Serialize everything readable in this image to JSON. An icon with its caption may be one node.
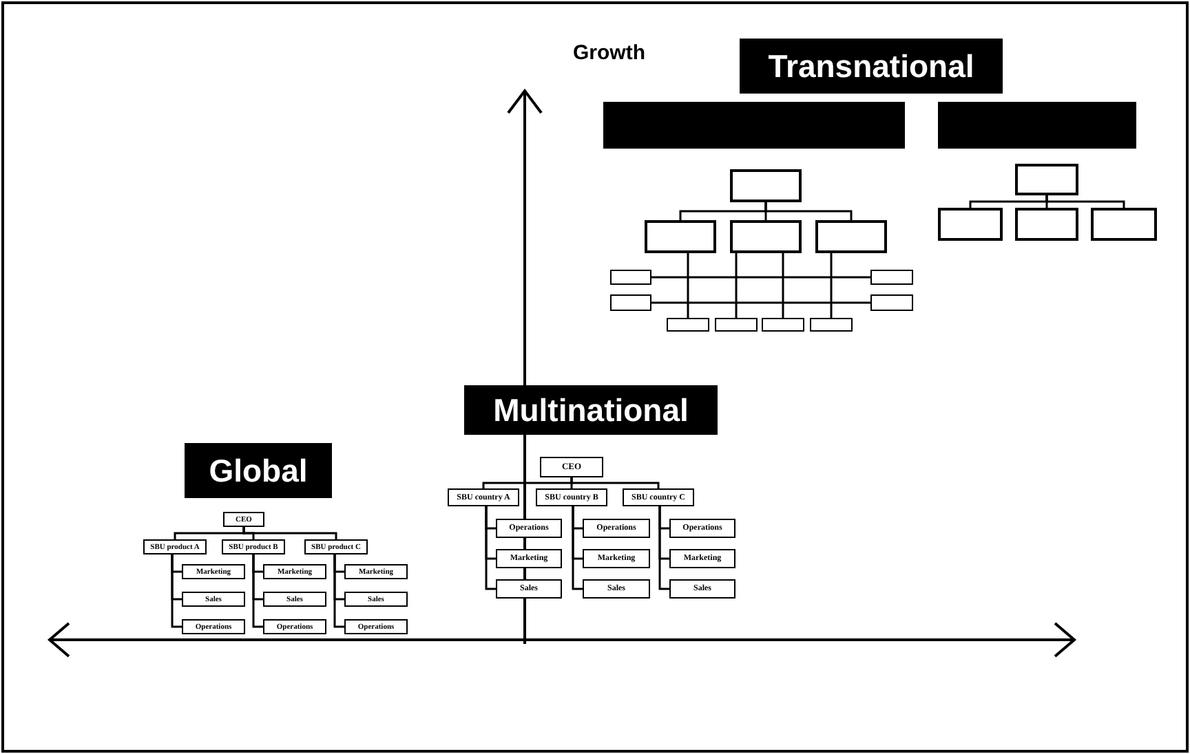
{
  "diagram": {
    "nodes": [
      {
        "text": [
          "Transnational"
        ]
      },
      {
        "text": [],
        "shape": "bar"
      },
      {
        "text": [],
        "shape": "bar"
      },
      {
        "text": [],
        "shape": "box"
      },
      {
        "text": [],
        "shape": "box"
      },
      {
        "text": [],
        "shape": "box"
      },
      {
        "text": [],
        "shape": "box"
      },
      {
        "text": [],
        "shape": "box"
      },
      {
        "text": [],
        "shape": "box"
      },
      {
        "text": [],
        "shape": "box"
      },
      {
        "text": [],
        "shape": "box"
      },
      {
        "text": [],
        "shape": "box"
      },
      {
        "text": [],
        "shape": "box"
      },
      {
        "text": [],
        "shape": "box"
      },
      {
        "text": [],
        "shape": "box"
      },
      {
        "text": [],
        "shape": "box"
      },
      {
        "text": [],
        "shape": "box"
      },
      {
        "text": [],
        "shape": "box"
      },
      {
        "text": [],
        "shape": "box"
      },
      {
        "text": [
          "Multinational"
        ]
      },
      {
        "text": [
          "CEO"
        ]
      },
      {
        "text": [
          "SBU country A"
        ]
      },
      {
        "text": [
          "SBU country B"
        ]
      },
      {
        "text": [
          "SBU country C"
        ]
      },
      {
        "text": [
          "Operations"
        ]
      },
      {
        "text": [
          "Marketing"
        ]
      },
      {
        "text": [
          "Sales"
        ]
      },
      {
        "text": [
          "Operations"
        ]
      },
      {
        "text": [
          "Marketing"
        ]
      },
      {
        "text": [
          "Sales"
        ]
      },
      {
        "text": [
          "Operations"
        ]
      },
      {
        "text": [
          "Marketing"
        ]
      },
      {
        "text": [
          "Sales"
        ]
      },
      {
        "text": [
          "Global"
        ]
      },
      {
        "text": [
          "CEO"
        ]
      },
      {
        "text": [
          "SBU product A"
        ]
      },
      {
        "text": [
          "SBU product B"
        ]
      },
      {
        "text": [
          "SBU product C"
        ]
      },
      {
        "text": [
          "Marketing"
        ]
      },
      {
        "text": [
          "Sales"
        ]
      },
      {
        "text": [
          "Operations"
        ]
      },
      {
        "text": [
          "Marketing"
        ]
      },
      {
        "text": [
          "Sales"
        ]
      },
      {
        "text": [
          "Operations"
        ]
      },
      {
        "text": [
          "Marketing"
        ]
      },
      {
        "text": [
          "Sales"
        ]
      },
      {
        "text": [
          "Operations"
        ]
      }
    ],
    "edges": [
      {
        "from": 3,
        "to": 4,
        "arrow": "none"
      },
      {
        "from": 3,
        "to": 5,
        "arrow": "none"
      },
      {
        "from": 3,
        "to": 6,
        "arrow": "none"
      },
      {
        "from": 7,
        "to": 8,
        "arrow": "none"
      },
      {
        "from": 9,
        "to": 10,
        "arrow": "none"
      },
      {
        "from": 4,
        "to": 11,
        "arrow": "none"
      },
      {
        "from": 5,
        "to": 12,
        "arrow": "none"
      },
      {
        "from": 5,
        "to": 13,
        "arrow": "none"
      },
      {
        "from": 6,
        "to": 14,
        "arrow": "none"
      },
      {
        "from": 15,
        "to": 16,
        "arrow": "none"
      },
      {
        "from": 15,
        "to": 17,
        "arrow": "none"
      },
      {
        "from": 15,
        "to": 18,
        "arrow": "none"
      },
      {
        "from": 20,
        "to": 21,
        "arrow": "none"
      },
      {
        "from": 20,
        "to": 22,
        "arrow": "none"
      },
      {
        "from": 20,
        "to": 23,
        "arrow": "none"
      },
      {
        "from": 21,
        "to": 24,
        "arrow": "none"
      },
      {
        "from": 21,
        "to": 25,
        "arrow": "none"
      },
      {
        "from": 21,
        "to": 26,
        "arrow": "none"
      },
      {
        "from": 22,
        "to": 27,
        "arrow": "none"
      },
      {
        "from": 22,
        "to": 28,
        "arrow": "none"
      },
      {
        "from": 22,
        "to": 29,
        "arrow": "none"
      },
      {
        "from": 23,
        "to": 30,
        "arrow": "none"
      },
      {
        "from": 23,
        "to": 31,
        "arrow": "none"
      },
      {
        "from": 23,
        "to": 32,
        "arrow": "none"
      },
      {
        "from": 34,
        "to": 35,
        "arrow": "none"
      },
      {
        "from": 34,
        "to": 36,
        "arrow": "none"
      },
      {
        "from": 34,
        "to": 37,
        "arrow": "none"
      },
      {
        "from": 35,
        "to": 38,
        "arrow": "none"
      },
      {
        "from": 35,
        "to": 39,
        "arrow": "none"
      },
      {
        "from": 35,
        "to": 40,
        "arrow": "none"
      },
      {
        "from": 36,
        "to": 41,
        "arrow": "none"
      },
      {
        "from": 36,
        "to": 42,
        "arrow": "none"
      },
      {
        "from": 36,
        "to": 43,
        "arrow": "none"
      },
      {
        "from": 37,
        "to": 44,
        "arrow": "none"
      },
      {
        "from": 37,
        "to": 45,
        "arrow": "none"
      },
      {
        "from": 37,
        "to": 46,
        "arrow": "none"
      }
    ],
    "labels": [
      "Growth"
    ]
  }
}
